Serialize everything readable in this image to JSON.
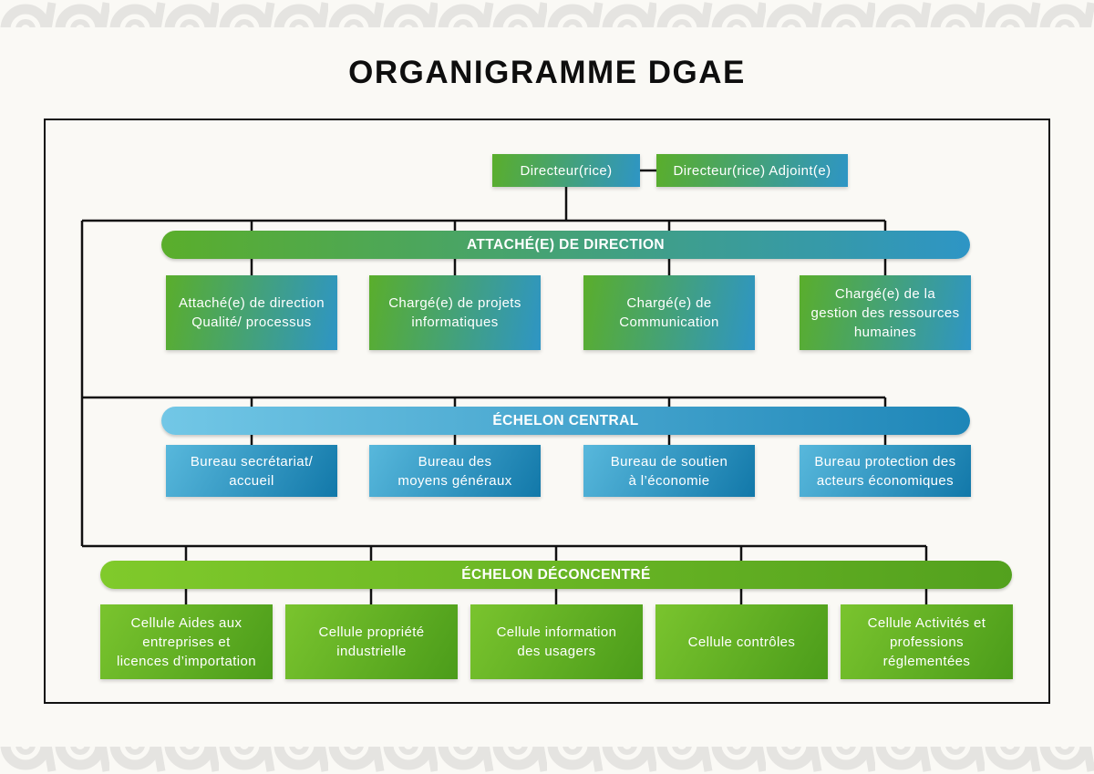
{
  "title": "ORGANIGRAMME DGAE",
  "org": {
    "director": "Directeur(rice)",
    "deputy": "Directeur(rice) Adjoint(e)",
    "sections": [
      {
        "header": "ATTACHÉ(E) DE DIRECTION",
        "boxes": [
          "Attaché(e) de direction\nQualité/ processus",
          "Chargé(e) de projets\ninformatiques",
          "Chargé(e) de\nCommunication",
          "Chargé(e) de la\ngestion des ressources\nhumaines"
        ]
      },
      {
        "header": "ÉCHELON CENTRAL",
        "boxes": [
          "Bureau secrétariat/\naccueil",
          "Bureau des\nmoyens généraux",
          "Bureau de soutien\nà l’économie",
          "Bureau protection des\nacteurs économiques"
        ]
      },
      {
        "header": "ÉCHELON DÉCONCENTRÉ",
        "boxes": [
          "Cellule Aides aux\nentreprises et\nlicences d’importation",
          "Cellule propriété\nindustrielle",
          "Cellule information\ndes usagers",
          "Cellule contrôles",
          "Cellule Activités et\nprofessions\nréglementées"
        ]
      }
    ]
  },
  "colors": {
    "background": "#faf9f5",
    "pattern_gray": "#e5e4e1",
    "line_black": "#111111",
    "green": "#5aae2b",
    "blue": "#2e95c5",
    "light_blue": "#72c7e6",
    "dark_blue": "#1e86b8",
    "light_green": "#80ca2b",
    "dark_green": "#53a11e"
  }
}
